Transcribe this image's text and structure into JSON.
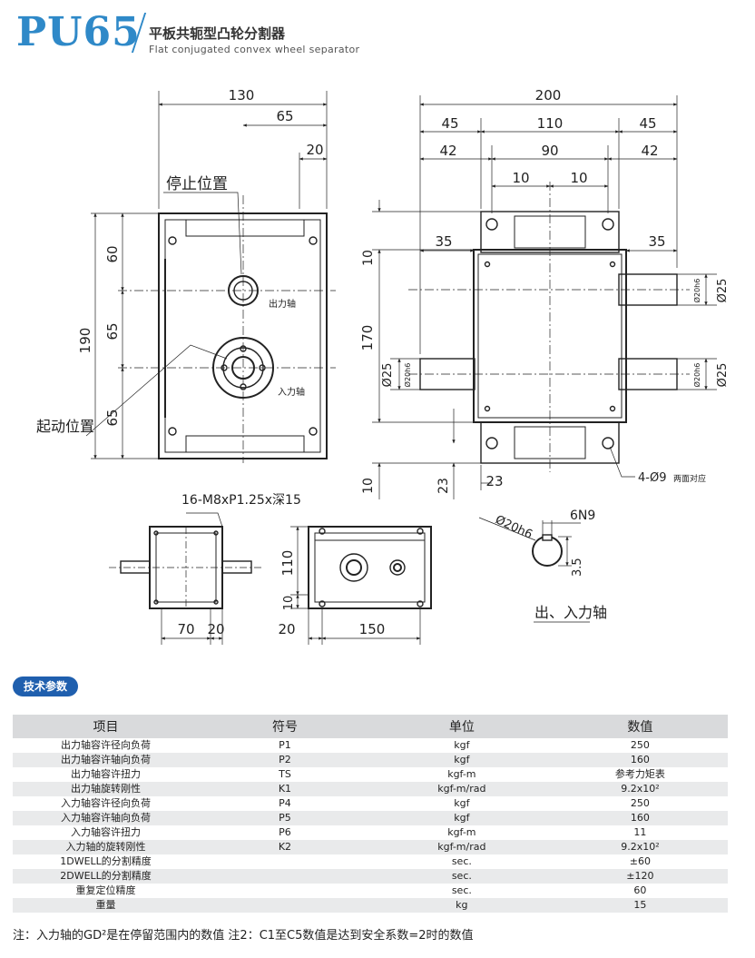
{
  "header": {
    "model": "PU65",
    "title_cn": "平板共轭型凸轮分割器",
    "title_en": "Flat conjugated convex wheel separator"
  },
  "drawings": {
    "front": {
      "dims": {
        "width": "130",
        "half": "65",
        "right_offset": "20",
        "height": "190",
        "top": "60",
        "mid": "65",
        "bottom": "65"
      },
      "labels": {
        "stop": "停止位置",
        "start": "起动位置",
        "output": "出力轴",
        "input": "入力轴"
      }
    },
    "side": {
      "dims": {
        "total": "200",
        "left_ext": "45",
        "body": "110",
        "right_ext": "45",
        "left_42": "42",
        "mid_90": "90",
        "right_42": "42",
        "ten_a": "10",
        "ten_b": "10",
        "shaft_35_l": "35",
        "shaft_35_r": "35",
        "top_10": "10",
        "mid_170": "170",
        "bot_10": "10",
        "bot_23_v": "23",
        "bot_23_h": "23"
      },
      "labels": {
        "phi25_out": "Ø25",
        "h6_out": "Ø20h6",
        "phi25_in": "Ø25",
        "h6_in": "Ø20h6",
        "phi25_left": "Ø25",
        "h6_left": "Ø20h6",
        "holes": "4-Ø9",
        "holes_note": "两面对应"
      }
    },
    "bottom": {
      "thread": "16-M8xP1.25x深15",
      "dims": {
        "d70": "70",
        "d20a": "20",
        "d110": "110",
        "d10": "10",
        "d20b": "20",
        "d150": "150"
      }
    },
    "shaft": {
      "phi": "Ø20h6",
      "key": "6N9",
      "depth": "3.5",
      "caption": "出、入力轴"
    }
  },
  "specs": {
    "section_title": "技术参数",
    "headers": [
      "项目",
      "符号",
      "单位",
      "数值"
    ],
    "rows": [
      [
        "出力轴容许径向负荷",
        "P1",
        "kgf",
        "250"
      ],
      [
        "出力轴容许轴向负荷",
        "P2",
        "kgf",
        "160"
      ],
      [
        "出力轴容许扭力",
        "TS",
        "kgf-m",
        "参考力矩表"
      ],
      [
        "出力轴旋转刚性",
        "K1",
        "kgf-m/rad",
        "9.2x10²"
      ],
      [
        "入力轴容许径向负荷",
        "P4",
        "kgf",
        "250"
      ],
      [
        "入力轴容许轴向负荷",
        "P5",
        "kgf",
        "160"
      ],
      [
        "入力轴容许扭力",
        "P6",
        "kgf-m",
        "11"
      ],
      [
        "入力轴的旋转刚性",
        "K2",
        "kgf-m/rad",
        "9.2x10²"
      ],
      [
        "1DWELL的分割精度",
        "",
        "sec.",
        "±60"
      ],
      [
        "2DWELL的分割精度",
        "",
        "sec.",
        "±120"
      ],
      [
        "重复定位精度",
        "",
        "sec.",
        "60"
      ],
      [
        "重量",
        "",
        "kg",
        "15"
      ]
    ]
  },
  "note": "注：入力轴的GD²是在停留范围内的数值    注2：C1至C5数值是达到安全系数=2时的数值",
  "colors": {
    "brand": "#2f89c8",
    "pill": "#1f5fae",
    "header_row": "#d9dadc",
    "stripe": "#e9eaeb"
  }
}
